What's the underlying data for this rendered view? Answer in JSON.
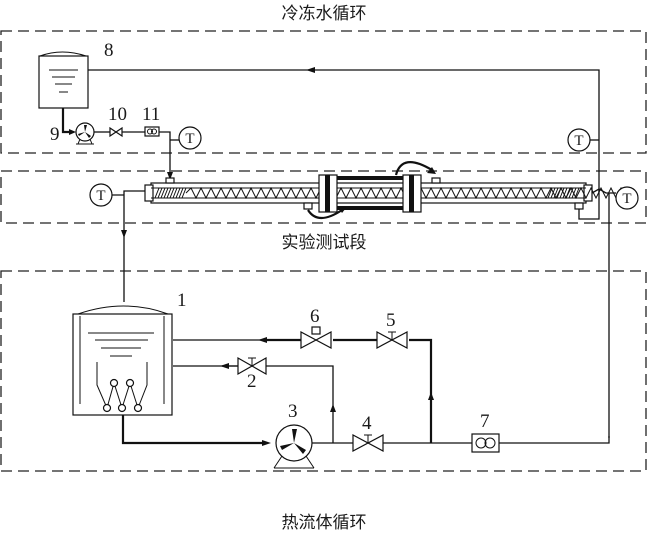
{
  "title_top": "冷冻水循环",
  "title_middle": "实验测试段",
  "title_bottom": "热流体循环",
  "components": [
    {
      "id": "1",
      "label": "1",
      "name": "hot-fluid-tank-with-heater"
    },
    {
      "id": "2",
      "label": "2",
      "name": "valve-2"
    },
    {
      "id": "3",
      "label": "3",
      "name": "hot-fluid-pump"
    },
    {
      "id": "4",
      "label": "4",
      "name": "valve-4"
    },
    {
      "id": "5",
      "label": "5",
      "name": "valve-5"
    },
    {
      "id": "6",
      "label": "6",
      "name": "solenoid-valve-6"
    },
    {
      "id": "7",
      "label": "7",
      "name": "flowmeter-7"
    },
    {
      "id": "8",
      "label": "8",
      "name": "chilled-water-tank"
    },
    {
      "id": "9",
      "label": "9",
      "name": "chilled-water-pump"
    },
    {
      "id": "10",
      "label": "10",
      "name": "valve-10"
    },
    {
      "id": "11",
      "label": "11",
      "name": "flowmeter-11"
    }
  ],
  "sensor_label": "T"
}
